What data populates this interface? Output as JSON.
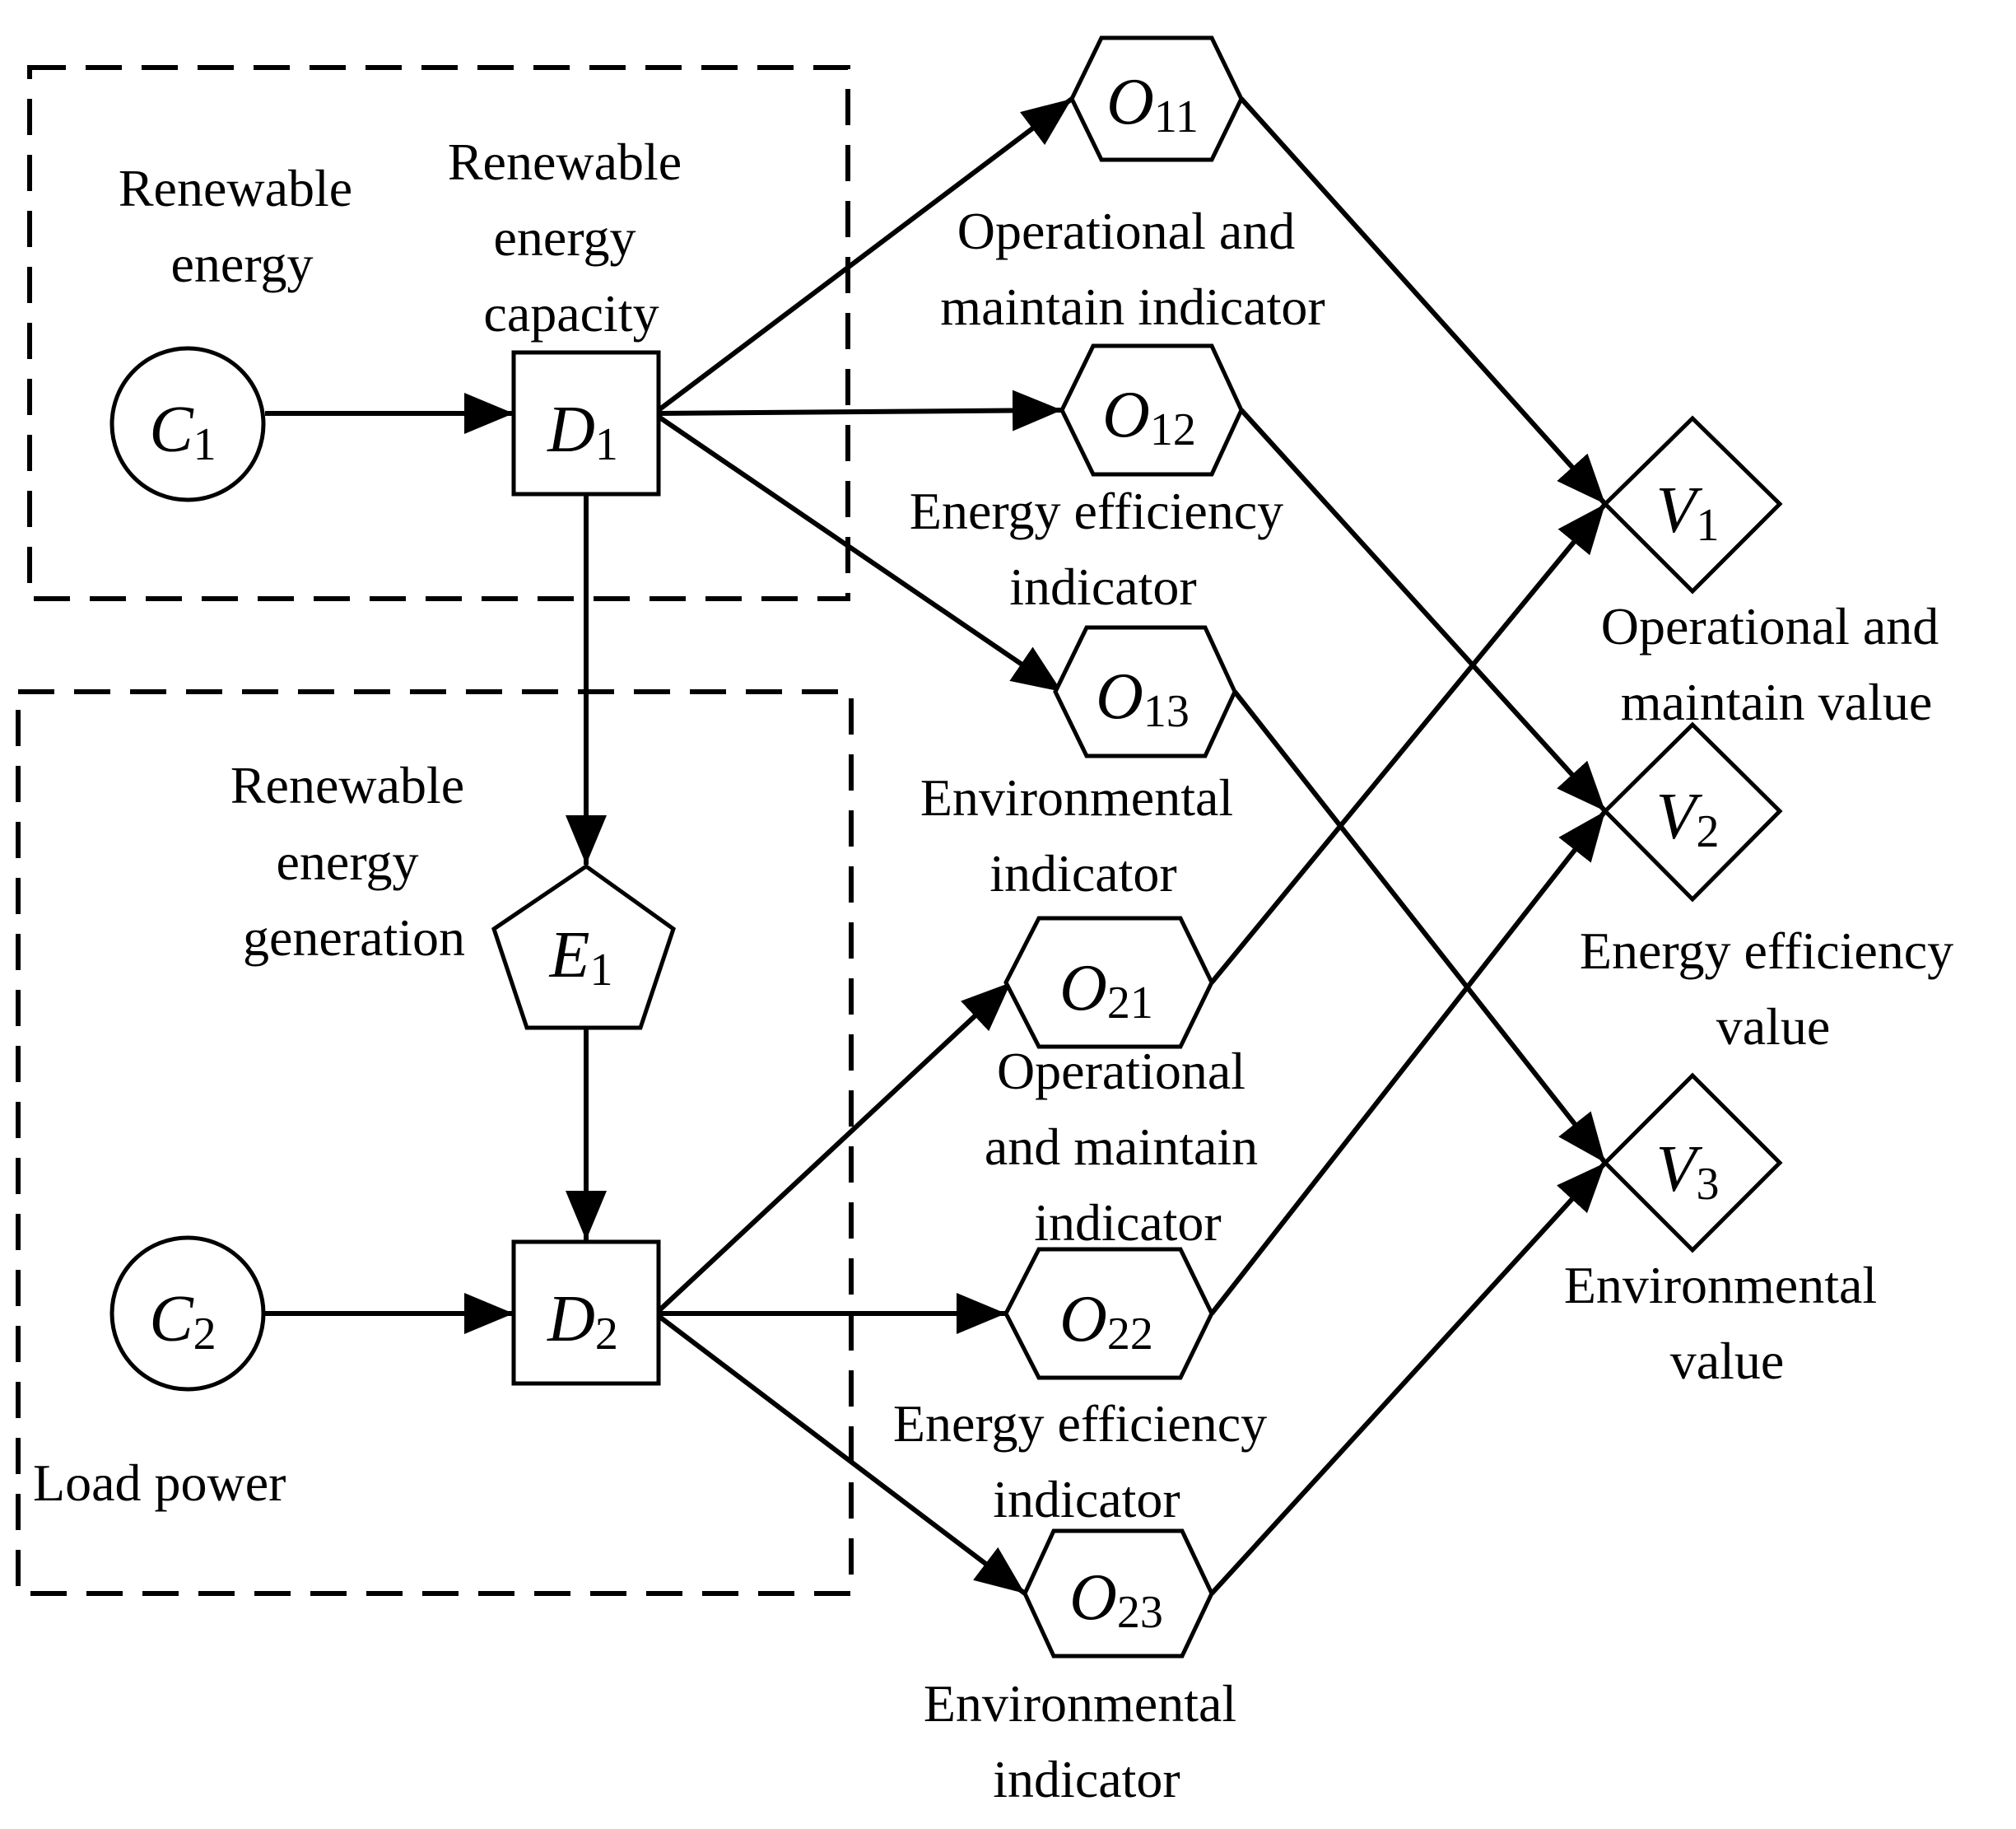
{
  "nodes": {
    "C1": {
      "letter": "C",
      "sub": "1"
    },
    "C2": {
      "letter": "C",
      "sub": "2"
    },
    "D1": {
      "letter": "D",
      "sub": "1"
    },
    "D2": {
      "letter": "D",
      "sub": "2"
    },
    "E1": {
      "letter": "E",
      "sub": "1"
    },
    "O11": {
      "letter": "O",
      "sub": "11"
    },
    "O12": {
      "letter": "O",
      "sub": "12"
    },
    "O13": {
      "letter": "O",
      "sub": "13"
    },
    "O21": {
      "letter": "O",
      "sub": "21"
    },
    "O22": {
      "letter": "O",
      "sub": "22"
    },
    "O23": {
      "letter": "O",
      "sub": "23"
    },
    "V1": {
      "letter": "V",
      "sub": "1"
    },
    "V2": {
      "letter": "V",
      "sub": "2"
    },
    "V3": {
      "letter": "V",
      "sub": "3"
    }
  },
  "captions": {
    "renewable_energy": [
      "Renewable",
      "energy"
    ],
    "renewable_capacity": [
      "Renewable",
      "energy",
      "capacity"
    ],
    "renewable_generation": [
      "Renewable",
      "energy",
      "generation"
    ],
    "load_power": [
      "Load power"
    ],
    "O11": [
      "Operational and",
      "maintain indicator"
    ],
    "O12": [
      "Energy efficiency",
      "indicator"
    ],
    "O13": [
      "Environmental",
      "indicator"
    ],
    "O21": [
      "Operational",
      "and maintain",
      "indicator"
    ],
    "O22": [
      "Energy efficiency",
      "indicator"
    ],
    "O23": [
      "Environmental",
      "indicator"
    ],
    "V1": [
      "Operational and",
      "maintain value"
    ],
    "V2": [
      "Energy efficiency",
      "value"
    ],
    "V3": [
      "Environmental",
      "value"
    ]
  }
}
